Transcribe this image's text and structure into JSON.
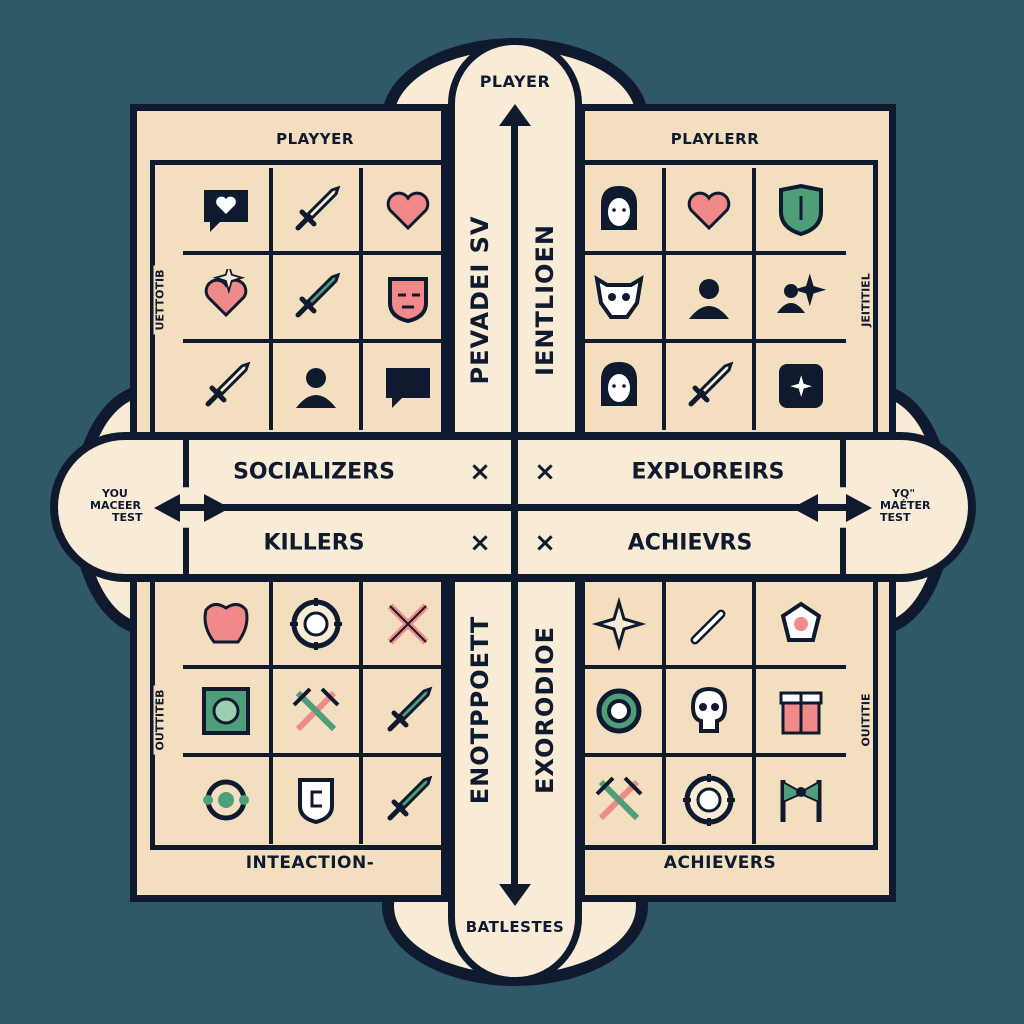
{
  "top_label": "PLAYER",
  "bottom_label": "BATLESTES",
  "quadrants": {
    "top_left": {
      "title": "PLAYYER",
      "side_text": "UETTOTIB",
      "icons": [
        "speech-bubble-heart",
        "sword",
        "heart",
        "heart-star",
        "sword-green",
        "mask",
        "sword",
        "person",
        "speech-bubble"
      ]
    },
    "top_right": {
      "title": "PLAYLERR",
      "side_text": "JEITITIEL",
      "icons": [
        "girl",
        "heart",
        "shield",
        "skull-mask",
        "person",
        "person-star",
        "girl",
        "sword",
        "compass-star"
      ]
    },
    "bottom_left": {
      "title": "INTEACTION-",
      "side_text": "OUTTITEB",
      "icons": [
        "heart-blob",
        "compass",
        "crossed-swords-pink",
        "monster",
        "crossed-swords",
        "sword-green",
        "target",
        "badge",
        "sword-green"
      ]
    },
    "bottom_right": {
      "title": "ACHIEVERS",
      "side_text": "OUITITIE",
      "icons": [
        "star",
        "wrench",
        "gem",
        "ring",
        "skull",
        "gift",
        "crossed-swords",
        "compass",
        "flag"
      ]
    }
  },
  "center_vertical": {
    "top_left": "PEVADEI SV",
    "top_right": "IENTLIOEN",
    "bottom_left": "ENOTPPOETT",
    "bottom_right": "EXORODIOE"
  },
  "axis": {
    "top_left": "SOCIALIZERS",
    "top_right": "EXPLOREIRS",
    "bottom_left": "KILLERS",
    "bottom_right": "ACHIEVRS",
    "cross": "×"
  },
  "left_end": {
    "line1": "YOU",
    "line2": "MACEER",
    "line3": "TEST"
  },
  "right_end": {
    "line1": "YQ\"",
    "line2": "MAÉTER",
    "line3": "TEST"
  },
  "colors": {
    "background": "#2f5966",
    "navy": "#0f1a2e",
    "cream": "#f8ecd6",
    "pink": "#f08a8a",
    "green": "#4f9e7a"
  }
}
